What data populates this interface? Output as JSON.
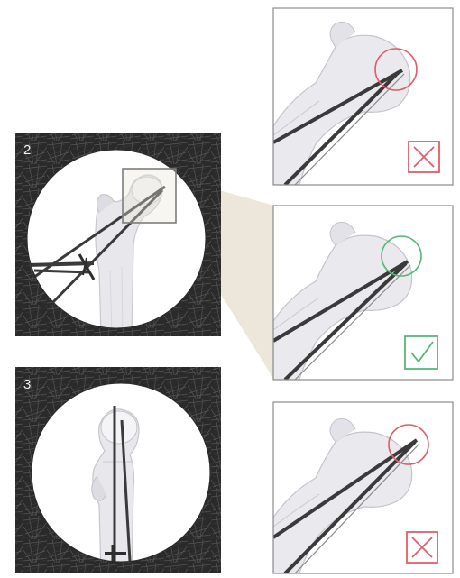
{
  "figure": {
    "panels": [
      {
        "number": "2",
        "view": "radiograph",
        "highlight_box": true
      },
      {
        "number": "3",
        "view": "radiograph"
      }
    ],
    "examples": [
      {
        "position": "top",
        "marker_color": "#e45c6a",
        "verdict_icon": "cross-icon",
        "verdict": "incorrect"
      },
      {
        "position": "middle",
        "marker_color": "#55b879",
        "verdict_icon": "check-icon",
        "verdict": "correct"
      },
      {
        "position": "bottom",
        "marker_color": "#e45c6a",
        "verdict_icon": "cross-icon",
        "verdict": "incorrect"
      }
    ],
    "colors": {
      "dark_bg": "#2b2b2b",
      "zoom_fill": "#ece5d8",
      "bone": "#e8e8ec",
      "pin": "#3a3a3a",
      "panel_border": "#8c8c8c"
    }
  }
}
